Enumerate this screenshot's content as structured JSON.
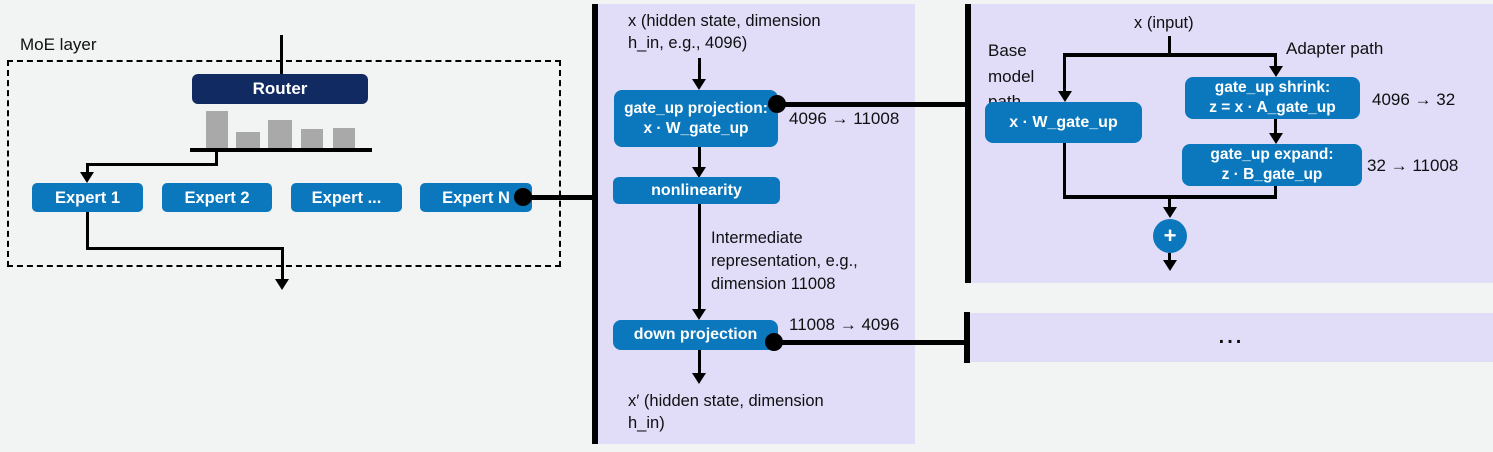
{
  "colors": {
    "background": "#f2f3f3",
    "panel": "#e1dcf7",
    "blue": "#0b78bd",
    "navy": "#112a62",
    "bar": "#a9a9a9",
    "line": "#000000",
    "text": "#0e1111"
  },
  "moe_layer": {
    "title": "MoE layer",
    "router_label": "Router",
    "router_weights": [
      37,
      16,
      28,
      19,
      20
    ],
    "experts": [
      "Expert 1",
      "Expert 2",
      "Expert ...",
      "Expert N"
    ]
  },
  "expert_panel": {
    "input_text": "x  (hidden state, dimension\nh_in, e.g., 4096)",
    "gate_up_box": "gate_up projection:\nx · W_gate_up",
    "gate_up_dims": "4096 → 11008",
    "nonlinearity_box": "nonlinearity",
    "intermediate_text": "Intermediate\nrepresentation, e.g.,\ndimension 11008",
    "down_projection_box": "down projection",
    "down_projection_dims": "11008 → 4096",
    "output_text": "x′  (hidden state, dimension\nh_in)"
  },
  "adapter_panel": {
    "input_text": "x  (input)",
    "base_path_label": "Base\nmodel\npath",
    "adapter_path_label": "Adapter path",
    "base_box": "x · W_gate_up",
    "shrink_box": "gate_up shrink:\nz = x · A_gate_up",
    "shrink_dims": "4096 → 32",
    "expand_box": "gate_up expand:\nz · B_gate_up",
    "expand_dims": "32 → 11008",
    "plus_label": "+"
  },
  "ellipsis_panel": {
    "text": "..."
  }
}
